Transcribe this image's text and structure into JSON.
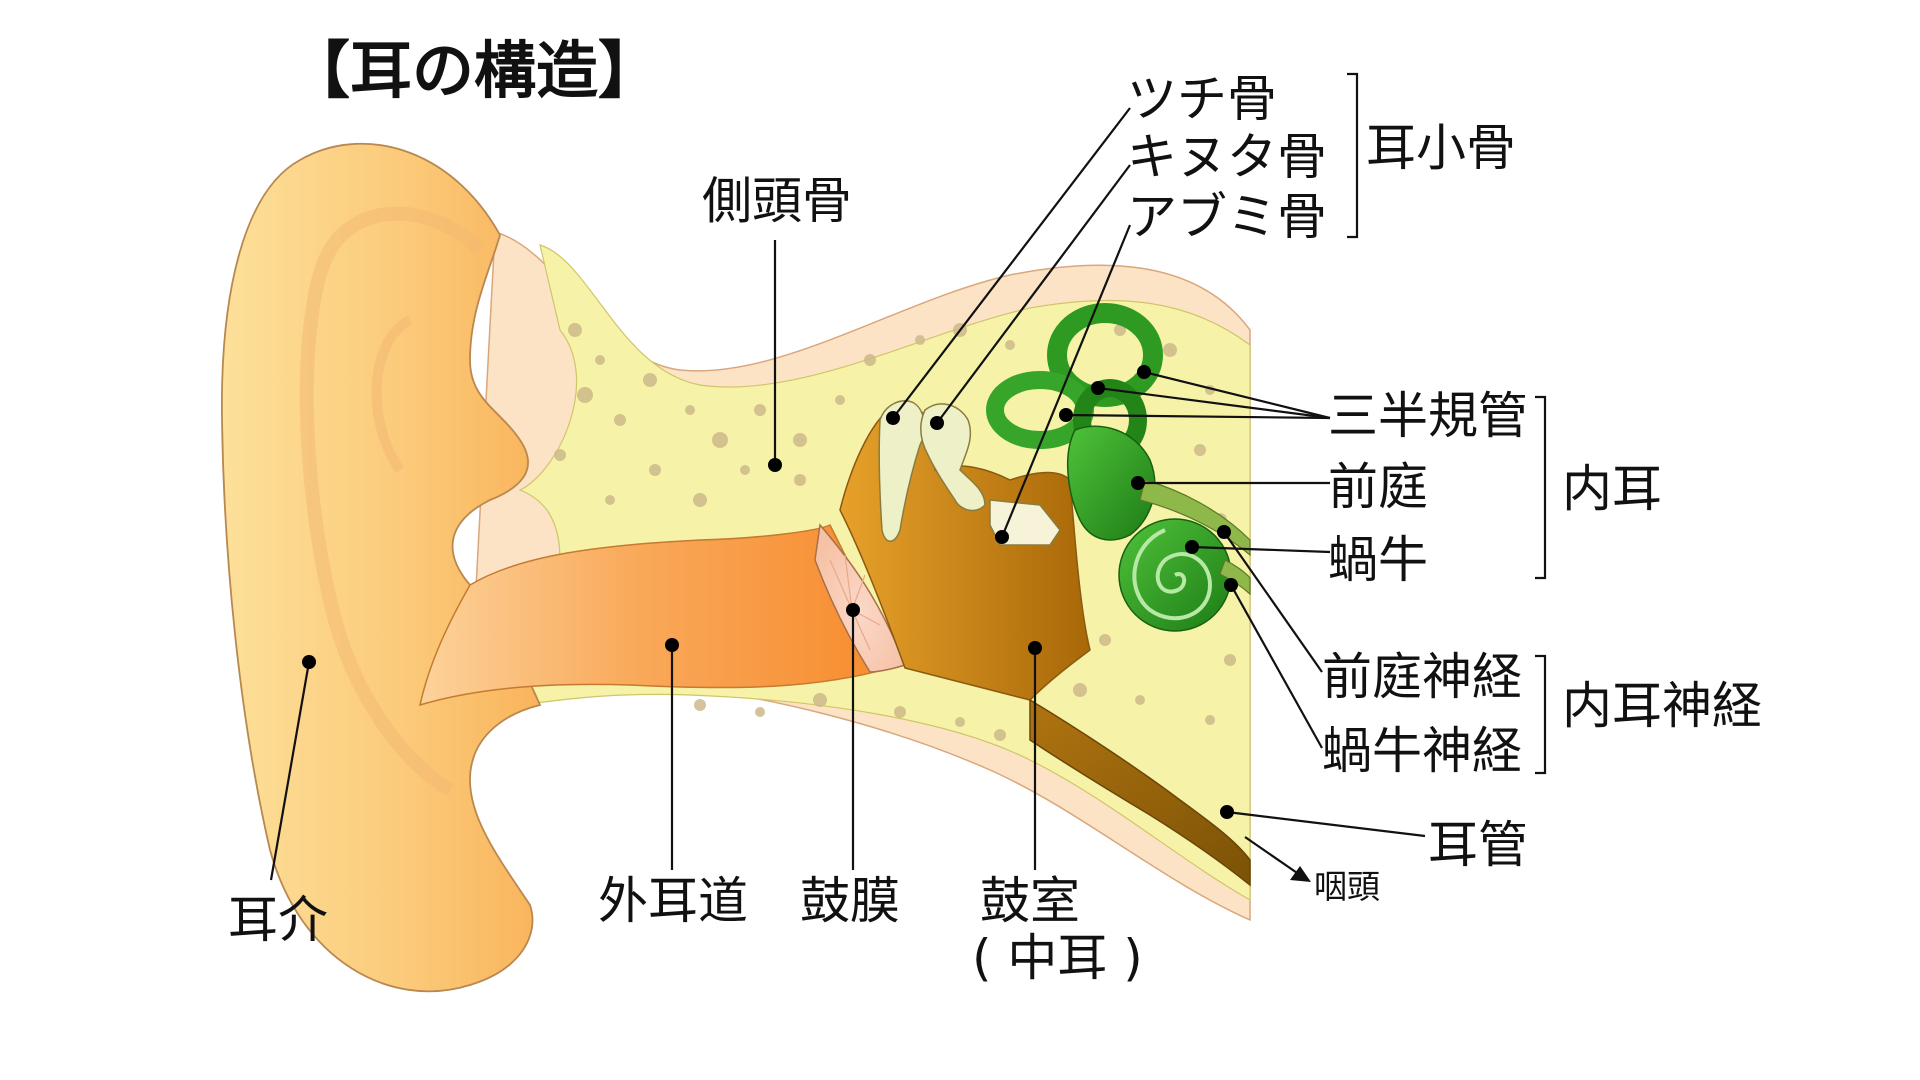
{
  "title": "【耳の構造】",
  "labels": {
    "pinna": "耳介",
    "ear_canal": "外耳道",
    "eardrum": "鼓膜",
    "tympanic_cavity": "鼓室",
    "middle_ear": "( 中耳 )",
    "temporal_bone": "側頭骨",
    "malleus": "ツチ骨",
    "incus": "キヌタ骨",
    "stapes": "アブミ骨",
    "ossicles": "耳小骨",
    "semicircular_canals": "三半規管",
    "vestibule": "前庭",
    "cochlea": "蝸牛",
    "inner_ear": "内耳",
    "vestibular_nerve": "前庭神経",
    "cochlear_nerve": "蝸牛神経",
    "inner_ear_nerve": "内耳神経",
    "eustachian_tube": "耳管",
    "pharynx": "咽頭"
  },
  "colors": {
    "pinna": "#fcd48a",
    "skin_inner": "#fde3c6",
    "bone": "#f6f2a8",
    "canal": "#f79a3e",
    "middle_ear": "#cf8414",
    "inner_ear": "#2e9a22",
    "leader": "#111111"
  }
}
